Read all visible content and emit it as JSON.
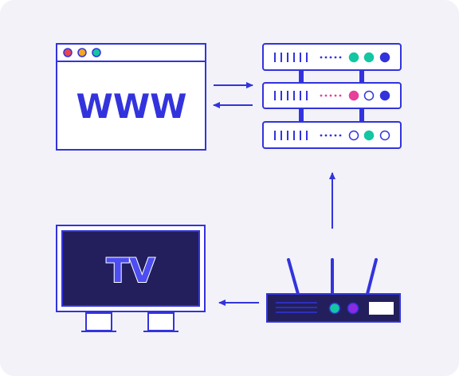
{
  "browser": {
    "text": "WWW",
    "dot_colors": [
      "#e8454f",
      "#f5a623",
      "#12c7a2"
    ]
  },
  "tv": {
    "text": "TV"
  },
  "server": {
    "row_lights": [
      [
        "#12c7a2",
        "#12c7a2",
        "#3333dd"
      ],
      [
        "#e6409a",
        "hollow",
        "#3333dd"
      ],
      [
        "hollow",
        "#12c7a2",
        "hollow"
      ]
    ]
  },
  "router": {
    "lights": [
      "#12c7a2",
      "#8a2be2"
    ]
  },
  "colors": {
    "accent": "#3333dd",
    "navy": "#221f5c",
    "tv_text": "#4d4df2",
    "card_bg": "#f2f2f8",
    "pink": "#e6409a",
    "green": "#12c7a2"
  },
  "arrows": [
    {
      "from": "browser",
      "to": "server"
    },
    {
      "from": "server",
      "to": "browser"
    },
    {
      "from": "router",
      "to": "server"
    },
    {
      "from": "router",
      "to": "tv"
    }
  ]
}
